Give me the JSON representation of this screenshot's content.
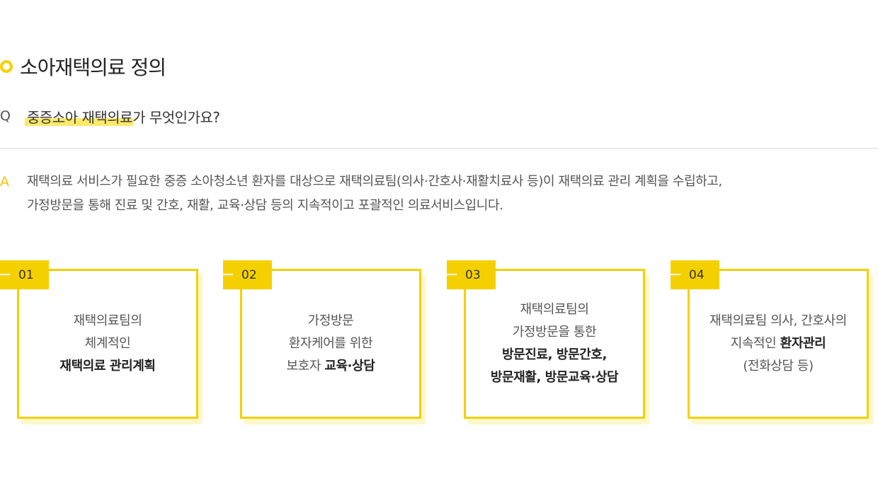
{
  "section": {
    "title": "소아재택의료 정의"
  },
  "question": {
    "mark": "Q",
    "highlight": "중증소아 재택의료",
    "rest": "가 무엇인가요?"
  },
  "answer": {
    "mark": "A",
    "line1": "재택의료 서비스가 필요한 중증 소아청소년 환자를 대상으로 재택의료팀(의사·간호사·재활치료사 등)이 재택의료 관리 계획을 수립하고,",
    "line2": "가정방문을 통해 진료 및 간호, 재활, 교육·상담 등의 지속적이고 포괄적인 의료서비스입니다."
  },
  "cards": [
    {
      "number": "01",
      "l1": "재택의료팀의",
      "l2": "체계적인",
      "l3_bold": "재택의료 관리계획"
    },
    {
      "number": "02",
      "l1": "가정방문",
      "l2": "환자케어를 위한",
      "l3_pre": "보호자 ",
      "l3_bold": "교육·상담"
    },
    {
      "number": "03",
      "l1": "재택의료팀의",
      "l2": "가정방문을 통한",
      "l3_bold": "방문진료, 방문간호,",
      "l4_bold": "방문재활, 방문교육·상담"
    },
    {
      "number": "04",
      "l1": "재택의료팀 의사, 간호사의",
      "l2_pre": "지속적인 ",
      "l2_bold": "환자관리",
      "l3": "(전화상담 등)"
    }
  ],
  "colors": {
    "accent": "#f5d000",
    "highlight": "#fde96b"
  }
}
